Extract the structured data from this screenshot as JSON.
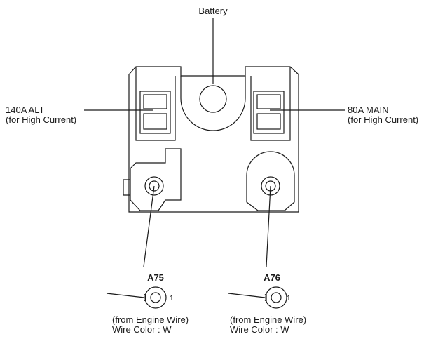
{
  "labels": {
    "battery": "Battery",
    "alt_fuse_line1": "140A ALT",
    "alt_fuse_line2": "(for High Current)",
    "main_fuse_line1": "80A MAIN",
    "main_fuse_line2": "(for High Current)"
  },
  "connectors": [
    {
      "id": "A75",
      "pin": "1",
      "source": "(from Engine Wire)",
      "wire_color": "Wire Color : W"
    },
    {
      "id": "A76",
      "pin": "1",
      "source": "(from Engine Wire)",
      "wire_color": "Wire Color : W"
    }
  ]
}
